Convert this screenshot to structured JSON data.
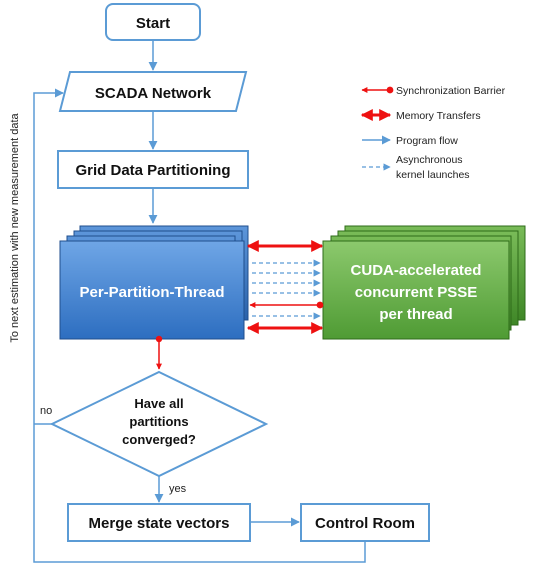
{
  "title": "",
  "nodes": {
    "start": "Start",
    "scada": "SCADA Network",
    "partitioning": "Grid Data Partitioning",
    "thread": "Per-Partition-Thread",
    "cuda": [
      "CUDA-accelerated",
      "concurrent PSSE",
      "per thread"
    ],
    "decision": [
      "Have all",
      "partitions",
      "converged?"
    ],
    "merge": "Merge state vectors",
    "control": "Control Room"
  },
  "edge_labels": {
    "yes": "yes",
    "no": "no",
    "loop": "To next estimation with new measurement data"
  },
  "legend": {
    "sync": "Synchronization Barrier",
    "memory": "Memory Transfers",
    "flow": "Program flow",
    "async": [
      "Asynchronous",
      "kernel launches"
    ]
  },
  "colors": {
    "box_border": "#5b9bd5",
    "arrow": "#5b9bd5",
    "red": "#ee1111",
    "thread_fill": "#4a89d4",
    "cuda_fill": "#6aa84f"
  }
}
